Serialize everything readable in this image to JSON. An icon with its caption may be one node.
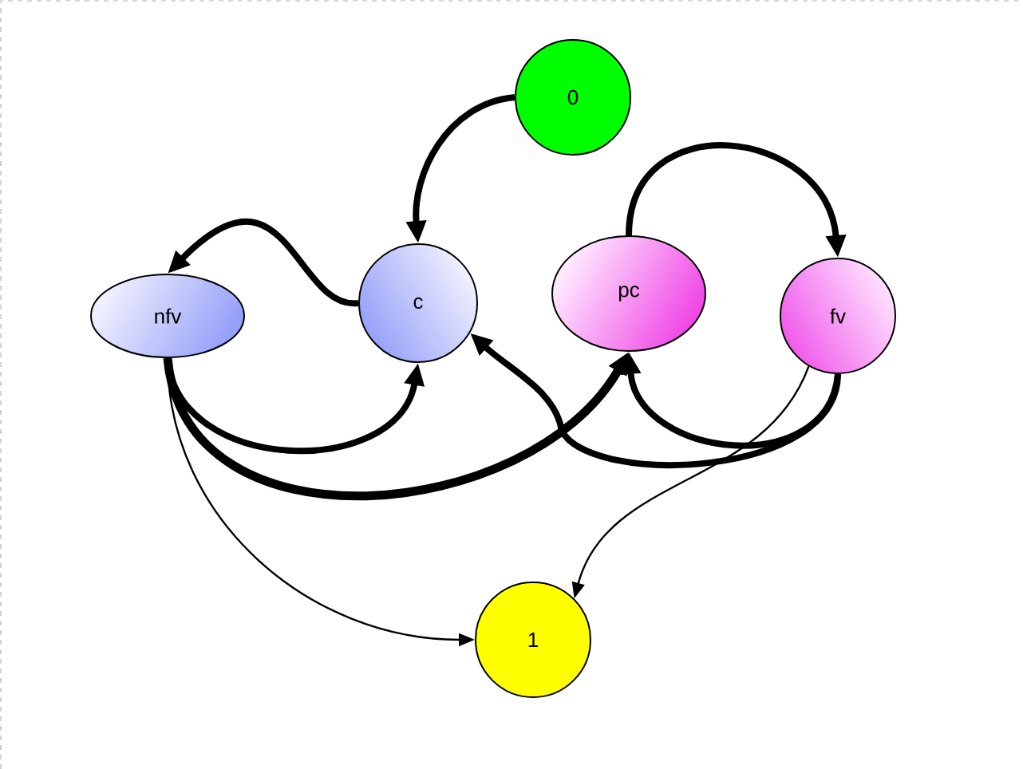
{
  "diagram": {
    "nodes": [
      {
        "text": [
          "0"
        ]
      },
      {
        "text": [
          "nfv"
        ]
      },
      {
        "text": [
          "c"
        ]
      },
      {
        "text": [
          "pc"
        ]
      },
      {
        "text": [
          "fv"
        ]
      },
      {
        "text": [
          "1"
        ]
      }
    ],
    "edges": [
      {
        "from": 0,
        "to": 2,
        "arrow": "to"
      },
      {
        "from": 2,
        "to": 1,
        "arrow": "to"
      },
      {
        "from": 3,
        "to": 4,
        "arrow": "to"
      },
      {
        "from": 1,
        "to": 2,
        "arrow": "to"
      },
      {
        "from": 1,
        "to": 3,
        "arrow": "to"
      },
      {
        "from": 4,
        "to": 2,
        "arrow": "to"
      },
      {
        "from": 4,
        "to": 3,
        "arrow": "to"
      },
      {
        "from": 1,
        "to": 5,
        "arrow": "to"
      },
      {
        "from": 4,
        "to": 5,
        "arrow": "to"
      }
    ]
  }
}
